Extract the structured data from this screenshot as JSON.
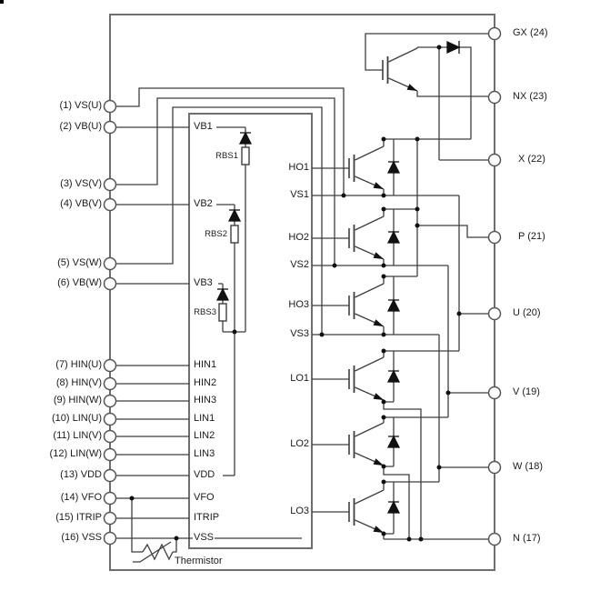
{
  "diagram": {
    "kind": "power-module-internal-block-diagram",
    "colors": {
      "wire": "#3f3f3f",
      "border": "#6e6e6e",
      "text": "#1a1a1a",
      "dot": "#111111",
      "background": "#ffffff"
    }
  },
  "pins_left": [
    {
      "label": "(1) VS(U)"
    },
    {
      "label": "(2) VB(U)"
    },
    {
      "label": "(3) VS(V)"
    },
    {
      "label": "(4) VB(V)"
    },
    {
      "label": "(5) VS(W)"
    },
    {
      "label": "(6) VB(W)"
    },
    {
      "label": "(7) HIN(U)"
    },
    {
      "label": "(8) HIN(V)"
    },
    {
      "label": "(9) HIN(W)"
    },
    {
      "label": "(10) LIN(U)"
    },
    {
      "label": "(11) LIN(V)"
    },
    {
      "label": "(12) LIN(W)"
    },
    {
      "label": "(13) VDD"
    },
    {
      "label": "(14) VFO"
    },
    {
      "label": "(15) ITRIP"
    },
    {
      "label": "(16) VSS"
    }
  ],
  "pins_right": [
    {
      "label": "GX (24)"
    },
    {
      "label": "NX (23)"
    },
    {
      "label": "X (22)"
    },
    {
      "label": "P (21)"
    },
    {
      "label": "U (20)"
    },
    {
      "label": "V (19)"
    },
    {
      "label": "W (18)"
    },
    {
      "label": "N (17)"
    }
  ],
  "ic_terminals_left": [
    {
      "label": "VB1"
    },
    {
      "label": "VB2"
    },
    {
      "label": "VB3"
    },
    {
      "label": "HIN1"
    },
    {
      "label": "HIN2"
    },
    {
      "label": "HIN3"
    },
    {
      "label": "LIN1"
    },
    {
      "label": "LIN2"
    },
    {
      "label": "LIN3"
    },
    {
      "label": "VDD"
    },
    {
      "label": "VFO"
    },
    {
      "label": "ITRIP"
    },
    {
      "label": "VSS"
    }
  ],
  "ic_terminals_right": [
    {
      "label": "HO1"
    },
    {
      "label": "VS1"
    },
    {
      "label": "HO2"
    },
    {
      "label": "VS2"
    },
    {
      "label": "HO3"
    },
    {
      "label": "VS3"
    },
    {
      "label": "LO1"
    },
    {
      "label": "LO2"
    },
    {
      "label": "LO3"
    }
  ],
  "bootstrap_resistors": [
    {
      "label": "RBS1"
    },
    {
      "label": "RBS2"
    },
    {
      "label": "RBS3"
    }
  ],
  "thermistor": {
    "label": "Thermistor"
  }
}
